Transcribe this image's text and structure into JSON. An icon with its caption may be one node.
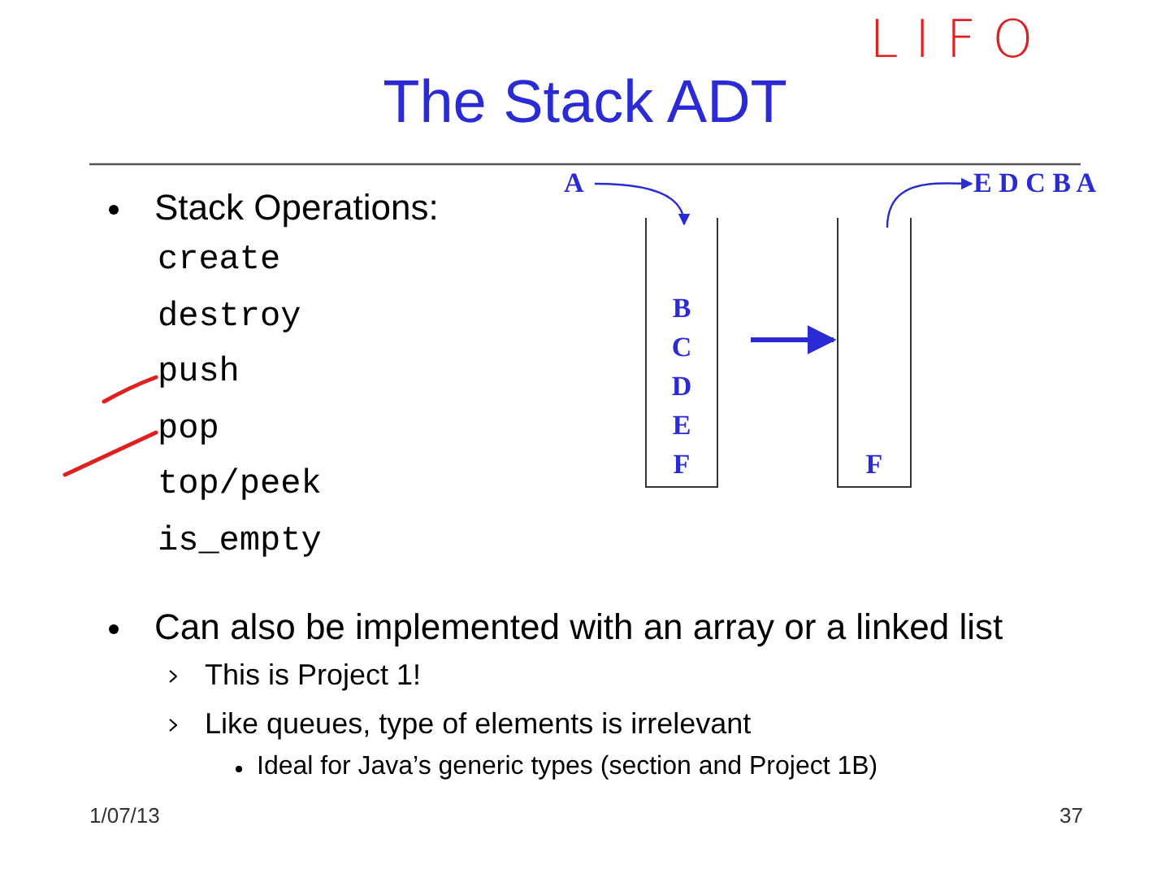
{
  "diagram": {
    "title": "The Stack ADT",
    "nodes": [
      {
        "text": [
          "A"
        ]
      },
      {
        "text": [
          "B C D E F"
        ]
      },
      {
        "text": [
          "F"
        ]
      },
      {
        "text": [
          "E D C B A"
        ]
      }
    ],
    "edges": [
      {
        "from": 0,
        "to": 1,
        "arrow": "to"
      },
      {
        "from": 1,
        "to": 2,
        "arrow": "to",
        "style": "thick"
      },
      {
        "from": 2,
        "to": 3,
        "arrow": "to"
      }
    ],
    "labels": [
      "LIFO",
      "Stack Operations:",
      "create",
      "destroy",
      "push",
      "pop",
      "top/peek",
      "is_empty",
      "Can also be implemented with an array or a linked list",
      "This is Project 1!",
      "Like queues, type of elements is irrelevant",
      "Ideal for Java’s generic types (section and Project 1B)",
      "1/07/13",
      "37"
    ]
  }
}
